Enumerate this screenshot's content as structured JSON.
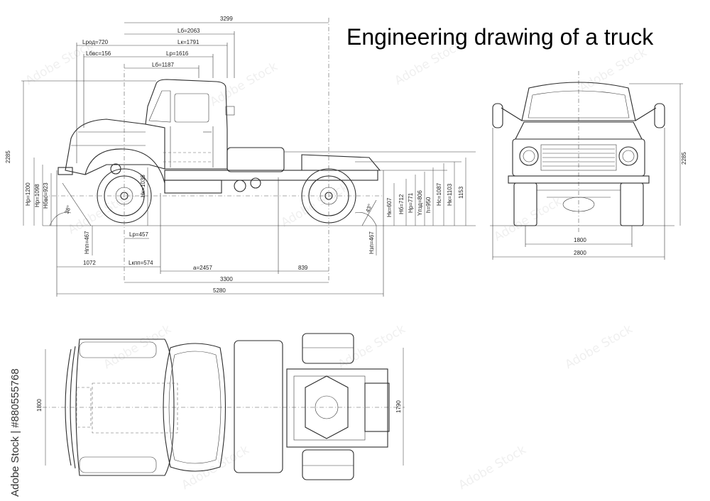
{
  "title": "Engineering drawing of a truck",
  "credit": "Adobe Stock | #880555768",
  "watermark_text": "Adobe Stock",
  "side_view_dims": {
    "overall_top": "3299",
    "lb": "Lб=2063",
    "lk": "Lк=1791",
    "lp": "Lp=1616",
    "lb2": "Lб=1187",
    "lpod": "Lрoд=720",
    "lbbs": "Lбвс=156",
    "height_left": "2285",
    "hp1200": "Hp=1200",
    "hp1098": "Hp=1098",
    "hbbs": "Hбвс=923",
    "hk1036": "Hк=1036",
    "angle_left": "38°",
    "angle_right": "43°",
    "lp457": "Lp=457",
    "hnp_left": "Hпп=467",
    "hnp_right": "Hзп=467",
    "d1072": "1072",
    "lknp": "Lкпп=574",
    "a2457": "a=2457",
    "d839": "839",
    "d3300": "3300",
    "d5280": "5280",
    "hk607": "Hк=607",
    "hb712": "Hб=712",
    "hp771": "Hp=771",
    "ysd": "Yпзд=806",
    "h950": "h=950",
    "hs1087": "Hc=1087",
    "hk1103": "Hк=1103",
    "d1153": "1153"
  },
  "front_view_dims": {
    "height": "2285",
    "track": "1800",
    "width": "2800"
  },
  "top_view_dims": {
    "front_track": "1800",
    "rear_track": "1790"
  }
}
